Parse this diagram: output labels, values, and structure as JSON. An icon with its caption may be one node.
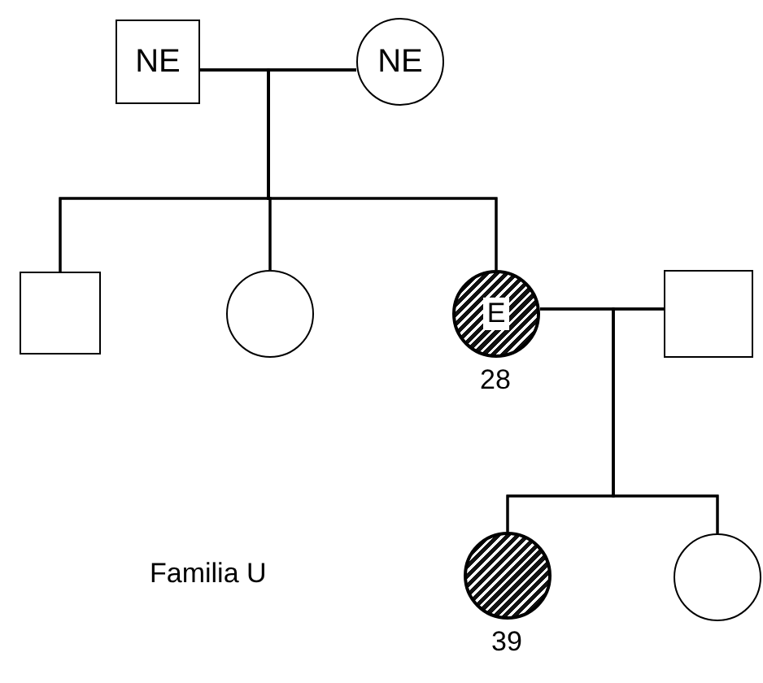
{
  "diagram": {
    "nodes": [
      {
        "text": [
          "NE"
        ]
      },
      {
        "text": [
          "NE"
        ]
      },
      {
        "text": [],
        "shape": "box"
      },
      {
        "text": [],
        "shape": "circle"
      },
      {
        "text": [
          "E"
        ],
        "beside": [
          "28"
        ]
      },
      {
        "text": [],
        "shape": "box"
      },
      {
        "text": [],
        "shape": "circle",
        "beside": [
          "39"
        ]
      },
      {
        "text": [],
        "shape": "circle"
      }
    ],
    "edges": [
      {
        "from": 0,
        "to": 1,
        "arrow": "none"
      },
      {
        "from": 0,
        "to": 2,
        "arrow": "none"
      },
      {
        "from": 0,
        "to": 3,
        "arrow": "none"
      },
      {
        "from": 0,
        "to": 4,
        "arrow": "none"
      },
      {
        "from": 1,
        "to": 2,
        "arrow": "none"
      },
      {
        "from": 1,
        "to": 3,
        "arrow": "none"
      },
      {
        "from": 1,
        "to": 4,
        "arrow": "none"
      },
      {
        "from": 4,
        "to": 5,
        "arrow": "none"
      },
      {
        "from": 4,
        "to": 6,
        "arrow": "none"
      },
      {
        "from": 4,
        "to": 7,
        "arrow": "none"
      },
      {
        "from": 5,
        "to": 6,
        "arrow": "none"
      },
      {
        "from": 5,
        "to": 7,
        "arrow": "none"
      }
    ],
    "labels": [
      "Familia U"
    ]
  }
}
